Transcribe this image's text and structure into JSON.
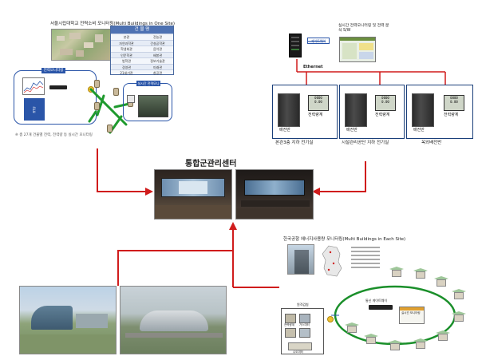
{
  "top_left": {
    "title": "서울시립대학교 전력소비 모니터링(Multi Buildings in One Site)",
    "table_header": "건 물 명",
    "table_rows": [
      [
        "본관",
        "전농관"
      ],
      [
        "자연과학관",
        "건설공학관"
      ],
      [
        "학생회관",
        "음악관"
      ],
      [
        "인문학관",
        "배봉관"
      ],
      [
        "법학관",
        "정보기술관"
      ],
      [
        "경영관",
        "미래관"
      ],
      [
        "21세기관",
        "창공관"
      ]
    ],
    "box1_label": "전력모니터링",
    "box2_label": "실시간 전력모니터링",
    "note": "※ 총 27개 건물별 전력, 전력량 등 실시간 모니터링"
  },
  "top_right": {
    "monitor_label": "실시간 전력모니터링 및 전력 분석 S/W",
    "gateway_label": "게이트웨이",
    "ethernet_label": "Ethernet",
    "boxes": [
      {
        "panel": "배전반",
        "meter": "전력량계",
        "caption": "본관3층 지하 전기실"
      },
      {
        "panel": "배전반",
        "meter": "전력량계",
        "caption": "시설관리공단 지하 전기실"
      },
      {
        "panel": "배전반",
        "meter": "전력량계",
        "caption": "옥외배전반"
      }
    ]
  },
  "center": {
    "title": "통합군관리센터"
  },
  "bottom_right": {
    "title": "한국공항 에너지사용량 모니터링(Multi Buildings in Each Site)",
    "labels": [
      "통신 게이트웨이",
      "실시간 모니터링",
      "원격검침",
      "전력량계",
      "가스미터",
      "수도미터"
    ]
  },
  "colors": {
    "arrow": "#d01c1c",
    "line": "#2a55a8",
    "green_net": "#1f9a2e",
    "ring": "#1a8f2a"
  }
}
